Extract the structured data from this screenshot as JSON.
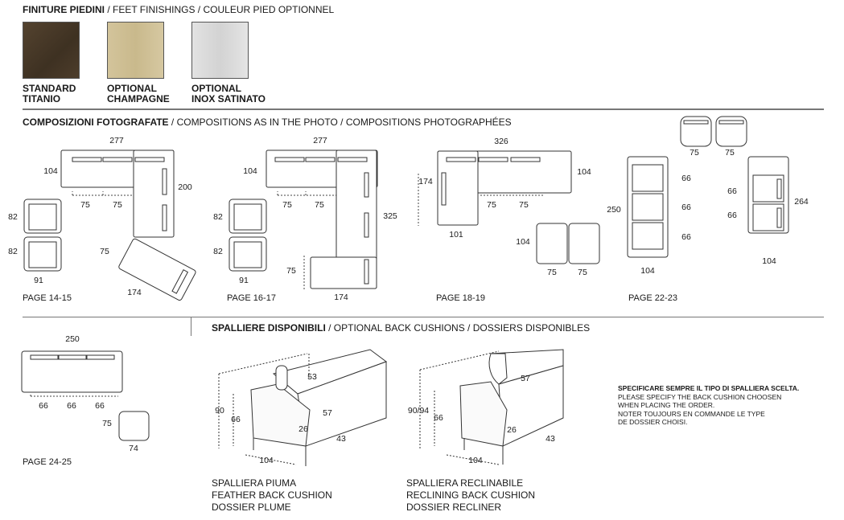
{
  "finishes": {
    "title_bold": "FINITURE PIEDINI",
    "title_rest": " / FEET FINISHINGS / COULEUR PIED OPTIONNEL",
    "swatches": [
      {
        "line1": "STANDARD",
        "line2": "TITANIO",
        "color": "#4a3b2a"
      },
      {
        "line1": "OPTIONAL",
        "line2": "CHAMPAGNE",
        "color": "#cfbf94"
      },
      {
        "line1": "OPTIONAL",
        "line2": "INOX SATINATO",
        "color": "#dcdcdc"
      }
    ]
  },
  "compositions": {
    "title_bold": "COMPOSIZIONI FOTOGRAFATE",
    "title_rest": " / COMPOSITIONS AS IN THE PHOTO / COMPOSITIONS PHOTOGRAPHÉES",
    "c1": {
      "page": "PAGE 14-15",
      "d": [
        "277",
        "104",
        "200",
        "75",
        "75",
        "82",
        "82",
        "91",
        "75",
        "174"
      ]
    },
    "c2": {
      "page": "PAGE 16-17",
      "d": [
        "277",
        "104",
        "325",
        "75",
        "75",
        "82",
        "82",
        "91",
        "75",
        "174"
      ]
    },
    "c3": {
      "page": "PAGE 18-19",
      "d": [
        "326",
        "174",
        "104",
        "101",
        "75",
        "75",
        "104",
        "75",
        "75"
      ]
    },
    "c4": {
      "page": "PAGE 22-23",
      "d": [
        "75",
        "75",
        "250",
        "66",
        "66",
        "66",
        "104",
        "66",
        "66",
        "264",
        "104"
      ]
    },
    "c5": {
      "page": "PAGE 24-25",
      "d": [
        "250",
        "66",
        "66",
        "66",
        "75",
        "74"
      ]
    }
  },
  "cushions": {
    "title_bold": "SPALLIERE DISPONIBILI",
    "title_rest": " / OPTIONAL BACK CUSHIONS / DOSSIERS DISPONIBLES",
    "feather": {
      "d": [
        "90",
        "66",
        "53",
        "57",
        "26",
        "43",
        "104"
      ],
      "lines": [
        "SPALLIERA PIUMA",
        "FEATHER BACK CUSHION",
        "DOSSIER PLUME"
      ]
    },
    "reclining": {
      "d": [
        "90/94",
        "66",
        "57",
        "26",
        "43",
        "104"
      ],
      "lines": [
        "SPALLIERA RECLINABILE",
        "RECLINING BACK CUSHION",
        "DOSSIER RECLINER"
      ]
    },
    "note": {
      "bold": "SPECIFICARE SEMPRE IL TIPO DI SPALLIERA SCELTA.",
      "lines": [
        "PLEASE SPECIFY THE BACK CUSHION CHOOSEN",
        "WHEN PLACING THE ORDER.",
        "NOTER TOUJOURS EN COMMANDE LE TYPE",
        "DE DOSSIER CHOISI."
      ]
    }
  }
}
